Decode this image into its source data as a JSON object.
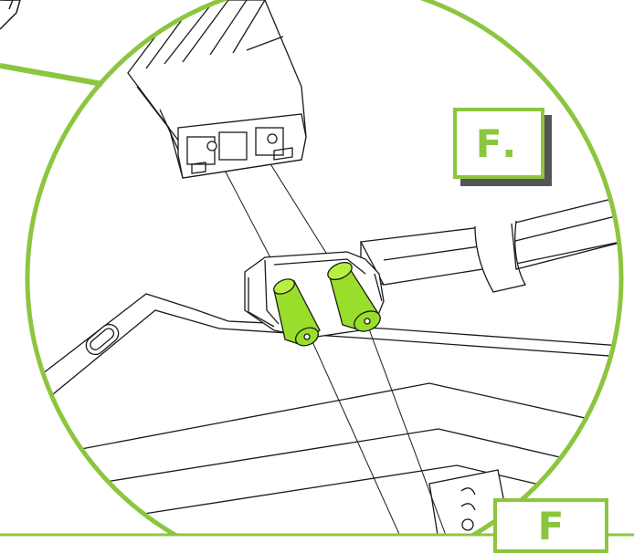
{
  "step_label": "F.",
  "corner_label": "F",
  "colors": {
    "accent": "#8cc63f",
    "highlight_part": "#9ade2c",
    "line": "#1a1a1a",
    "shadow": "#555555",
    "background": "#ffffff"
  },
  "icons": {
    "callout": "zoom-circle",
    "parts": [
      "aluminum-extrusion",
      "bracket",
      "cylindrical-pin"
    ]
  }
}
